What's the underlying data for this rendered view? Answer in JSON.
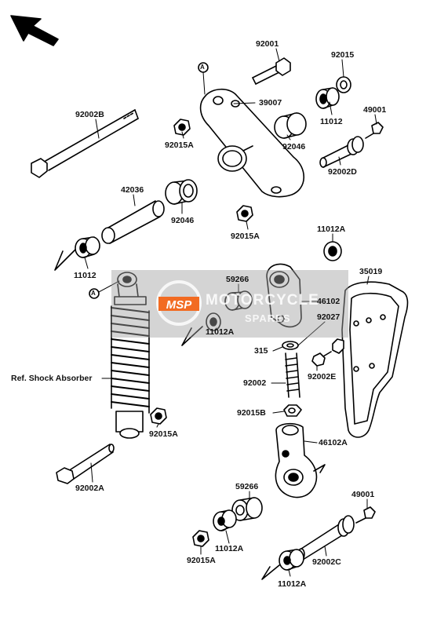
{
  "watermark": {
    "brand": "MOTORCYCLE",
    "sub": "SPARES",
    "logo": "MSP",
    "color": "#f26b22"
  },
  "markers": {
    "a_top": "A",
    "a_shock": "A"
  },
  "labels": {
    "p92001": "92001",
    "p92015_top": "92015",
    "p39007": "39007",
    "p92002B": "92002B",
    "p11012_top": "11012",
    "p49001_top": "49001",
    "p92015A_top": "92015A",
    "p92046_top": "92046",
    "p92002D": "92002D",
    "p42036": "42036",
    "p92046_mid": "92046",
    "p92015A_mid": "92015A",
    "p11012A_right": "11012A",
    "p11012_left": "11012",
    "p59266_top": "59266",
    "p35019": "35019",
    "p46102": "46102",
    "p92027": "92027",
    "p11012A_mid": "11012A",
    "p315": "315",
    "p92002E": "92002E",
    "ref_shock": "Ref. Shock Absorber",
    "p92002": "92002",
    "p92015B": "92015B",
    "p92015A_shock": "92015A",
    "p46102A": "46102A",
    "p92002A": "92002A",
    "p59266_bot": "59266",
    "p49001_bot": "49001",
    "p11012A_bot": "11012A",
    "p92015A_bot": "92015A",
    "p92002C": "92002C",
    "p11012A_bottom": "11012A"
  }
}
